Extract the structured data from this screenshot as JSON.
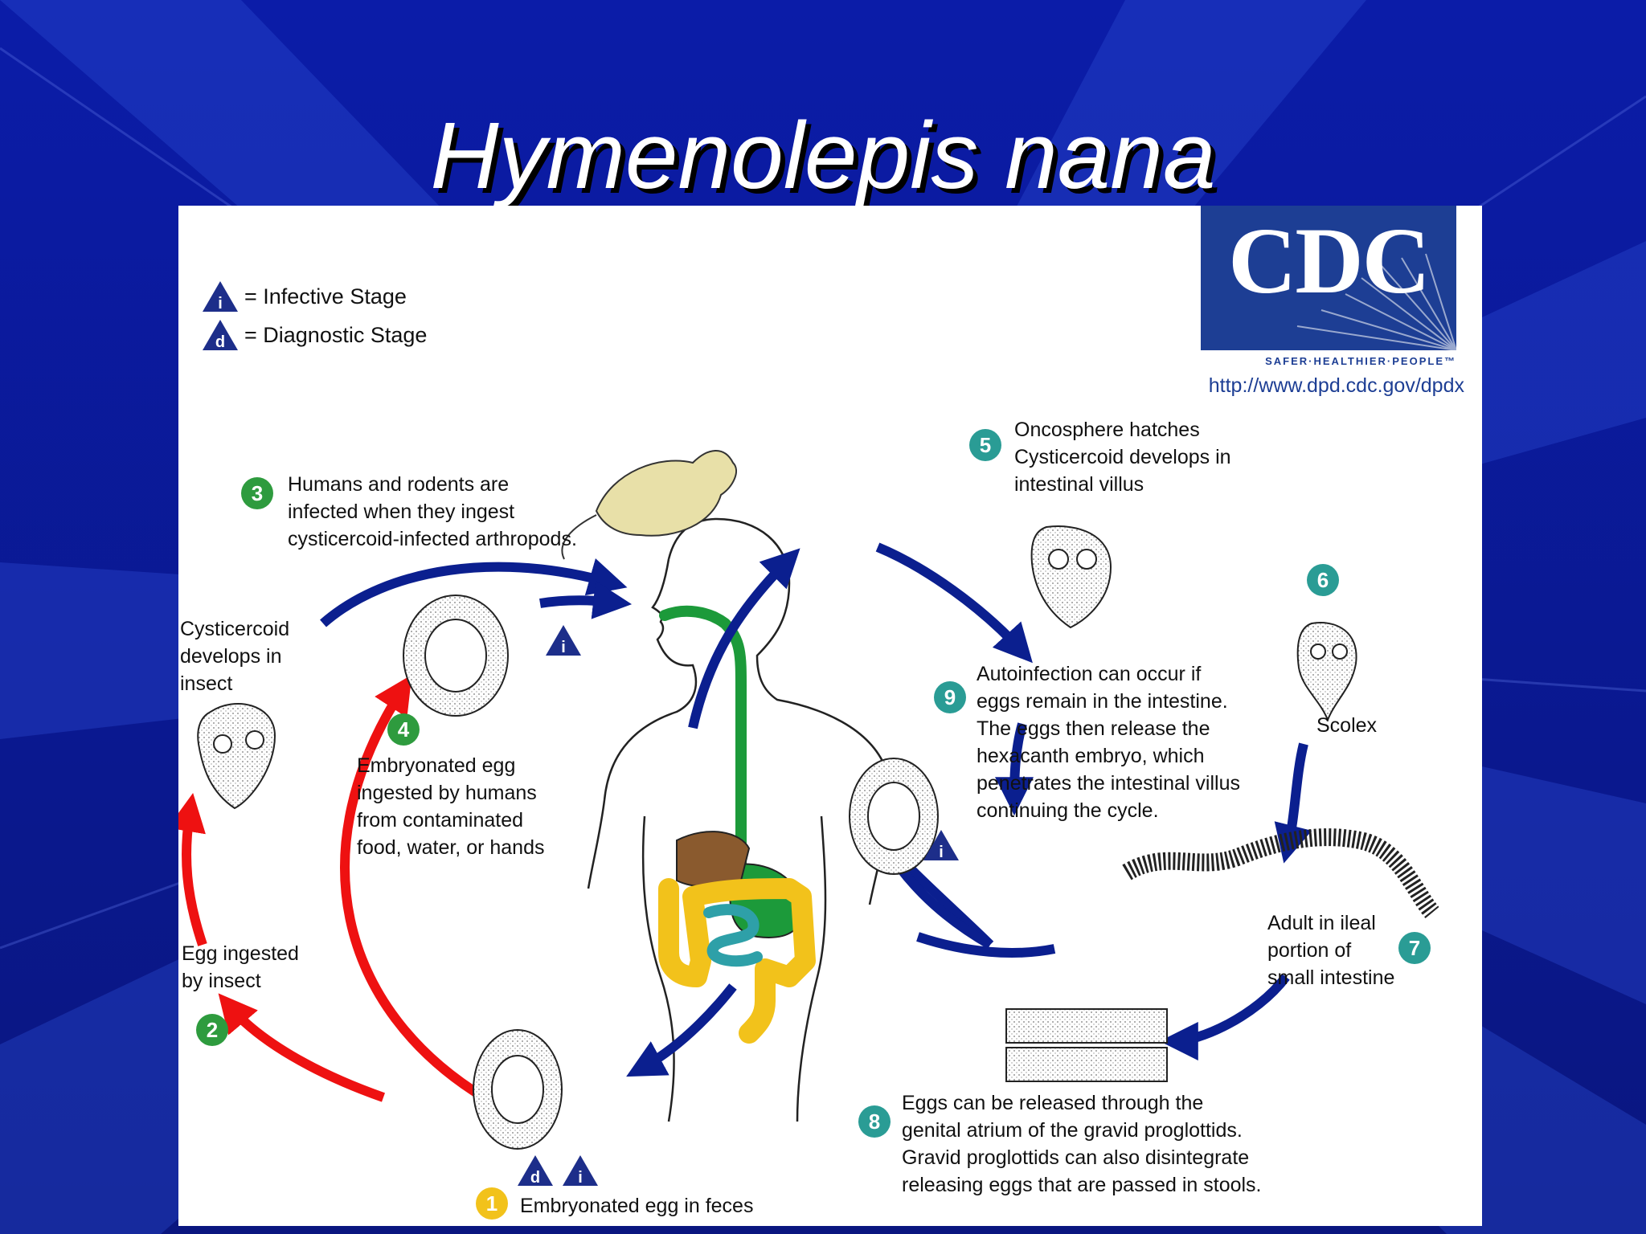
{
  "slide": {
    "title": "Hymenolepis nana"
  },
  "legend": {
    "infective_symbol": "i",
    "infective": "= Infective Stage",
    "diagnostic_symbol": "d",
    "diagnostic": "= Diagnostic Stage"
  },
  "logo": {
    "name": "CDC",
    "tagline": "SAFER·HEALTHIER·PEOPLE™",
    "url": "http://www.dpd.cdc.gov/dpdx"
  },
  "steps": [
    {
      "number": "1",
      "text": "Embryonated egg in feces"
    },
    {
      "number": "2",
      "text": "Egg ingested\nby insect"
    },
    {
      "number": "3",
      "text": "Humans and rodents are\ninfected when they ingest\ncysticercoid-infected arthropods."
    },
    {
      "number": "4",
      "text": "Embryonated egg\ningested by humans\nfrom contaminated\nfood, water, or hands"
    },
    {
      "number": "5",
      "text": "Oncosphere hatches\nCysticercoid develops in\nintestinal villus"
    },
    {
      "number": "6",
      "text": "Scolex"
    },
    {
      "number": "7",
      "text": "Adult in ileal\nportion of\nsmall intestine"
    },
    {
      "number": "8",
      "text": "Eggs can be released through the\ngenital atrium of the gravid proglottids.\nGravid proglottids can also disintegrate\nreleasing eggs that are passed in stools."
    },
    {
      "number": "9",
      "text": "Autoinfection can occur if\neggs remain in the intestine.\nThe eggs then release the\nhexacanth embryo, which\npenetrates the intestinal villus\ncontinuing the cycle."
    }
  ],
  "insect_stage": "Cysticercoid\ndevelops in\ninsect",
  "colors": {
    "slide_background": "#0a1a9a",
    "step_green": "#2e9b3e",
    "step_teal": "#2a9c95",
    "step_yellow": "#f2c21b",
    "arrow_navy": "#0b1f8f",
    "arrow_red": "#ee1111",
    "cdc_blue": "#1d3e94"
  }
}
